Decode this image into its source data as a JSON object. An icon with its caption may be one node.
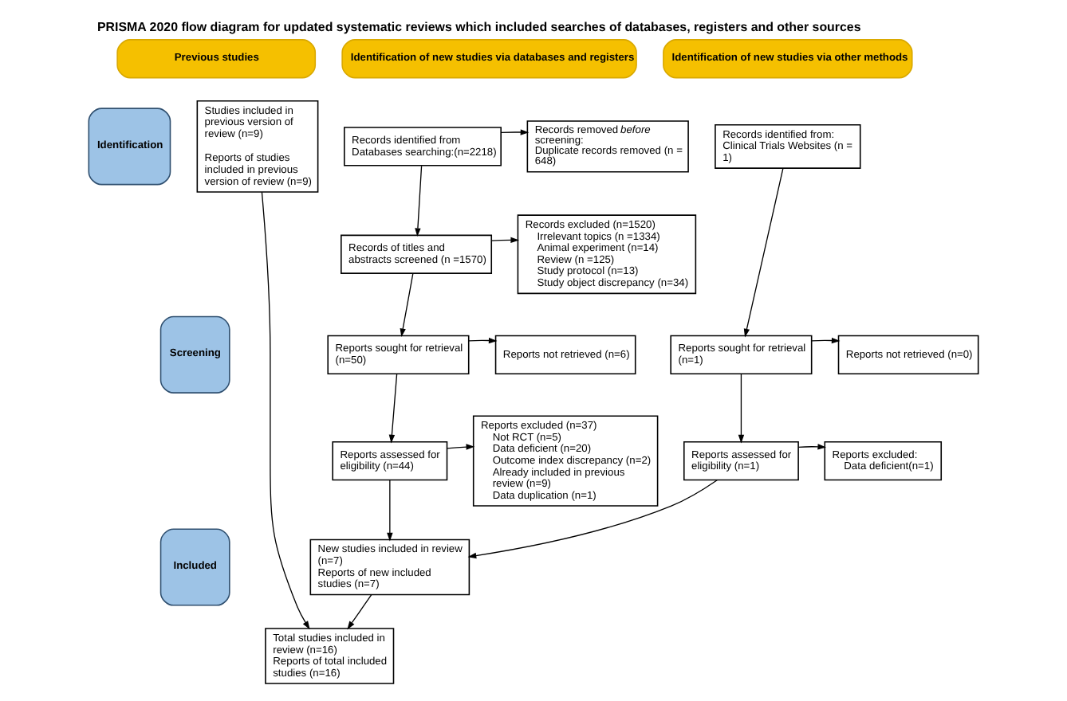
{
  "diagram": {
    "title": "PRISMA 2020 flow diagram for updated systematic reviews which included searches of databases, registers and other sources",
    "nodes": [
      {
        "text": [
          "Previous studies"
        ]
      },
      {
        "text": [
          "Identification of new studies via databases and registers"
        ]
      },
      {
        "text": [
          "Identification of new studies via other methods"
        ]
      },
      {
        "text": [
          "Identification"
        ]
      },
      {
        "text": [
          "Screening"
        ]
      },
      {
        "text": [
          "Included"
        ]
      },
      {
        "text": [
          "Studies included in previous version of review (n=9)",
          "Reports of studies included in previous version of review (n=9)"
        ]
      },
      {
        "text": [
          "Records identified from Databases searching:(n=2218)"
        ]
      },
      {
        "text": [
          "Records removed *before* screening:",
          "Duplicate records removed (n = 648)"
        ]
      },
      {
        "text": [
          "Records identified from: Clinical Trials Websites (n = 1)"
        ]
      },
      {
        "text": [
          "Records of titles and abstracts screened (n =1570)"
        ]
      },
      {
        "text": [
          "Records excluded (n=1520)",
          "Irrelevant topics (n =1334)",
          "Animal experiment (n=14)",
          "Review (n =125)",
          "Study protocol (n=13)",
          "Study object discrepancy (n=34)"
        ]
      },
      {
        "text": [
          "Reports sought for retrieval (n=50)"
        ]
      },
      {
        "text": [
          "Reports not retrieved (n=6)"
        ]
      },
      {
        "text": [
          "Reports sought for retrieval (n=1)"
        ]
      },
      {
        "text": [
          "Reports not retrieved (n=0)"
        ]
      },
      {
        "text": [
          "Reports assessed for eligibility (n=44)"
        ]
      },
      {
        "text": [
          "Reports excluded (n=37)",
          "Not RCT (n=5)",
          "Data deficient (n=20)",
          "Outcome index discrepancy (n=2)",
          "Already included in previous review (n=9)",
          "Data duplication (n=1)"
        ]
      },
      {
        "text": [
          "Reports assessed for eligibility (n=1)"
        ]
      },
      {
        "text": [
          "Reports excluded:",
          "Data deficient(n=1)"
        ]
      },
      {
        "text": [
          "New studies included in review (n=7)",
          "Reports of new included studies (n=7)"
        ]
      },
      {
        "text": [
          "Total studies included in review (n=16)",
          "Reports of total included studies (n=16)"
        ]
      }
    ],
    "edges": [
      {
        "from": 7,
        "to": 8,
        "arrow": "to"
      },
      {
        "from": 7,
        "to": 10,
        "arrow": "to"
      },
      {
        "from": 10,
        "to": 11,
        "arrow": "to"
      },
      {
        "from": 10,
        "to": 12,
        "arrow": "to"
      },
      {
        "from": 12,
        "to": 13,
        "arrow": "to"
      },
      {
        "from": 12,
        "to": 16,
        "arrow": "to"
      },
      {
        "from": 16,
        "to": 17,
        "arrow": "to"
      },
      {
        "from": 16,
        "to": 20,
        "arrow": "to"
      },
      {
        "from": 9,
        "to": 14,
        "arrow": "to"
      },
      {
        "from": 14,
        "to": 15,
        "arrow": "to"
      },
      {
        "from": 14,
        "to": 18,
        "arrow": "to"
      },
      {
        "from": 18,
        "to": 19,
        "arrow": "to"
      },
      {
        "from": 18,
        "to": 20,
        "arrow": "to"
      },
      {
        "from": 20,
        "to": 21,
        "arrow": "to"
      },
      {
        "from": 6,
        "to": 21,
        "arrow": "to"
      }
    ]
  }
}
